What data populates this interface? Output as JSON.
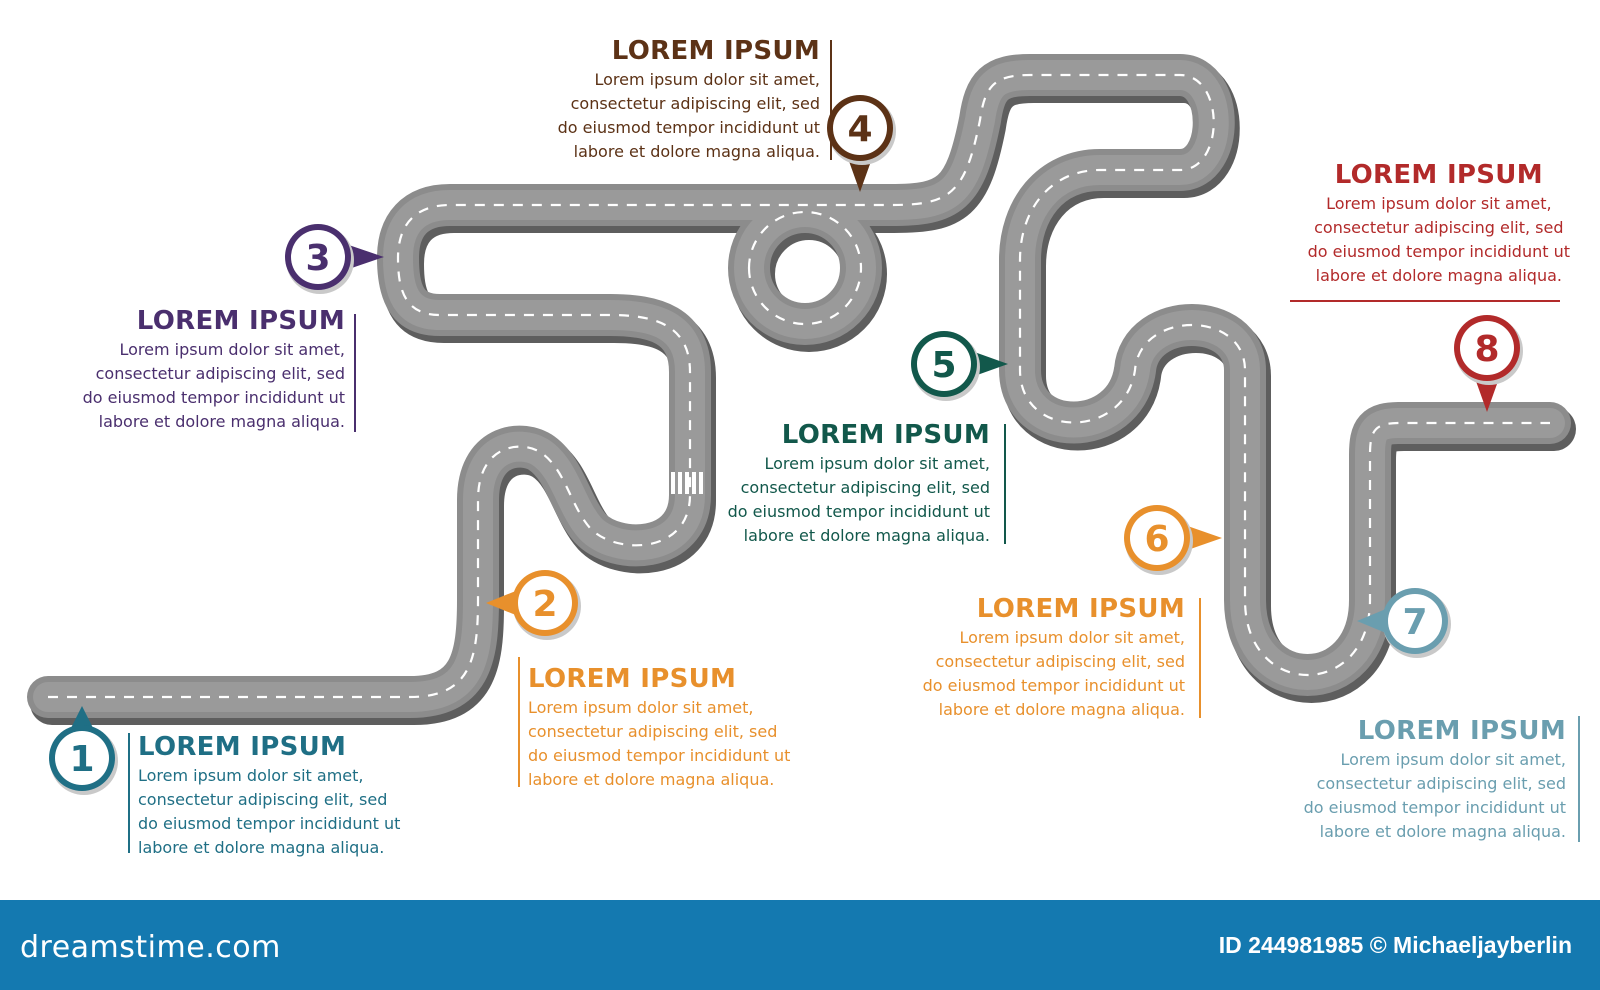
{
  "steps": [
    {
      "number": "1",
      "title": "LOREM IPSUM",
      "body": "Lorem ipsum dolor sit amet,\nconsectetur adipiscing elit, sed\ndo eiusmod tempor incididunt ut\nlabore et dolore magna aliqua.",
      "color": "#1f6f85"
    },
    {
      "number": "2",
      "title": "LOREM IPSUM",
      "body": "Lorem ipsum dolor sit amet,\nconsectetur adipiscing elit, sed\ndo eiusmod tempor incididunt ut\nlabore et dolore magna aliqua.",
      "color": "#e8902c"
    },
    {
      "number": "3",
      "title": "LOREM IPSUM",
      "body": "Lorem ipsum dolor sit amet,\nconsectetur adipiscing elit, sed\ndo eiusmod tempor incididunt ut\nlabore et dolore magna aliqua.",
      "color": "#4a2f6e"
    },
    {
      "number": "4",
      "title": "LOREM IPSUM",
      "body": "Lorem ipsum dolor sit amet,\nconsectetur adipiscing elit, sed\ndo eiusmod tempor incididunt ut\nlabore et dolore magna aliqua.",
      "color": "#5c3216"
    },
    {
      "number": "5",
      "title": "LOREM IPSUM",
      "body": "Lorem ipsum dolor sit amet,\nconsectetur adipiscing elit, sed\ndo eiusmod tempor incididunt ut\nlabore et dolore magna aliqua.",
      "color": "#12584b"
    },
    {
      "number": "6",
      "title": "LOREM IPSUM",
      "body": "Lorem ipsum dolor sit amet,\nconsectetur adipiscing elit, sed\ndo eiusmod tempor incididunt ut\nlabore et dolore magna aliqua.",
      "color": "#e8902c"
    },
    {
      "number": "7",
      "title": "LOREM IPSUM",
      "body": "Lorem ipsum dolor sit amet,\nconsectetur adipiscing elit, sed\ndo eiusmod tempor incididunt ut\nlabore et dolore magna aliqua.",
      "color": "#6a9eaf"
    },
    {
      "number": "8",
      "title": "LOREM IPSUM",
      "body": "Lorem ipsum dolor sit amet,\nconsectetur adipiscing elit, sed\ndo eiusmod tempor incididunt ut\nlabore et dolore magna aliqua.",
      "color": "#b22a2a"
    }
  ],
  "road": {
    "asphalt": "#8c8c8c",
    "shadow": "#5e5e5e",
    "marking": "#ffffff"
  },
  "footer": {
    "logo": "dreamstime.com",
    "credit": "ID 244981985 © Michaeljayberlin",
    "background": "#1479b0"
  }
}
